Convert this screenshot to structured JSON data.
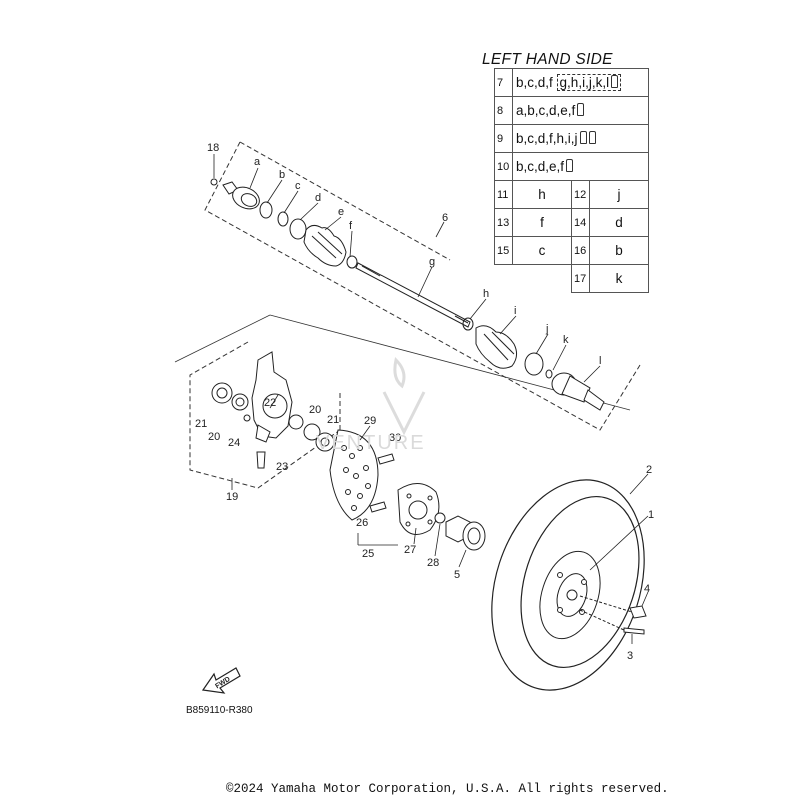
{
  "legend": {
    "title": "LEFT HAND SIDE",
    "rows": [
      {
        "no": "7",
        "parts": "b,c,d,f",
        "boxed": "g,h,i,j,k,l"
      },
      {
        "no": "8",
        "parts": "a,b,c,d,e,f"
      },
      {
        "no": "9",
        "parts": "b,c,d,f,h,i,j"
      },
      {
        "no": "10",
        "parts": "b,c,d,e,f"
      }
    ],
    "pairs": [
      {
        "no1": "11",
        "v1": "h",
        "no2": "12",
        "v2": "j"
      },
      {
        "no1": "13",
        "v1": "f",
        "no2": "14",
        "v2": "d"
      },
      {
        "no1": "15",
        "v1": "c",
        "no2": "16",
        "v2": "b"
      },
      {
        "no2": "17",
        "v2": "k"
      }
    ]
  },
  "callouts": {
    "n18": "18",
    "a": "a",
    "b": "b",
    "c": "c",
    "d": "d",
    "e": "e",
    "f": "f",
    "g": "g",
    "n6": "6",
    "h": "h",
    "i": "i",
    "j": "j",
    "k": "k",
    "l": "l",
    "n22": "22",
    "n20a": "20",
    "n21a": "21",
    "n21b": "21",
    "n20b": "20",
    "n24": "24",
    "n23": "23",
    "n19": "19",
    "n29": "29",
    "n30": "30",
    "n26": "26",
    "n25": "25",
    "n27": "27",
    "n28": "28",
    "n5": "5",
    "n2": "2",
    "n1": "1",
    "n4": "4",
    "n3": "3"
  },
  "fwd_label": "FWD",
  "watermark": "VENTURE",
  "ref_code": "B859110-R380",
  "copyright": "©2024 Yamaha Motor Corporation, U.S.A. All rights reserved."
}
